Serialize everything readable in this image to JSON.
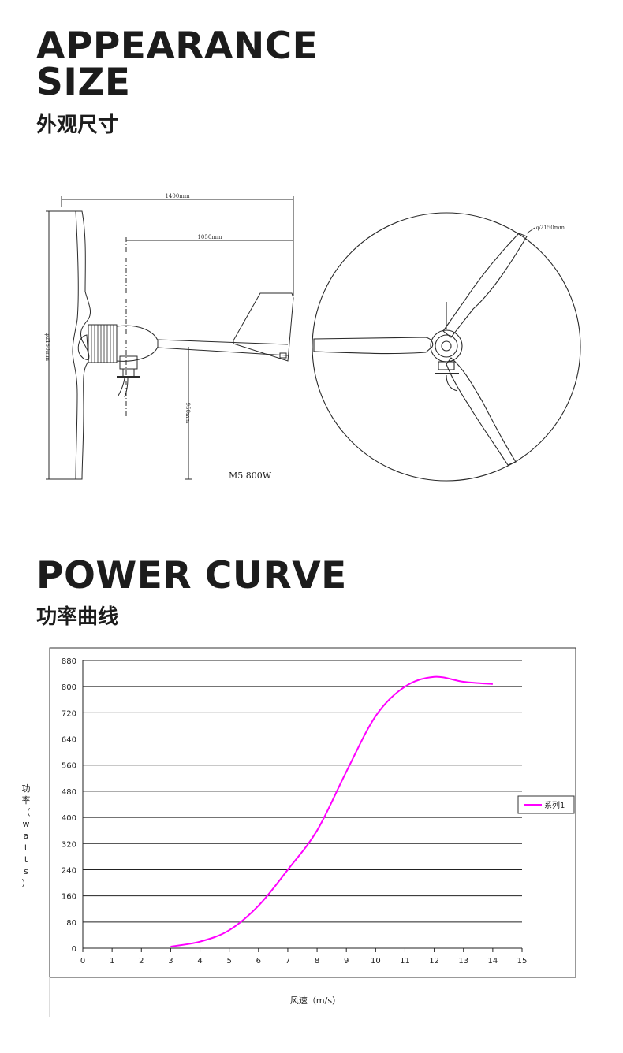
{
  "section1": {
    "title_line1": "APPEARANCE",
    "title_line2": "SIZE",
    "subtitle": "外观尺寸",
    "drawing": {
      "dim_total_length": "1400mm",
      "dim_tail_length": "1050mm",
      "dim_height": "950mm",
      "dim_diameter_side": "φ2150mm",
      "dim_diameter_front": "φ2150mm",
      "model_label": "M5  800W"
    }
  },
  "section2": {
    "title": "POWER CURVE",
    "subtitle": "功率曲线"
  },
  "colors": {
    "series": "#ff00ff",
    "grid": "#222222",
    "ink": "#1c1c1c"
  },
  "chart_data": {
    "type": "line",
    "title": "",
    "xlabel": "风速（m/s）",
    "ylabel": "功率（watts）",
    "xlim": [
      0,
      15
    ],
    "ylim": [
      0,
      880
    ],
    "x_ticks": [
      0,
      1,
      2,
      3,
      4,
      5,
      6,
      7,
      8,
      9,
      10,
      11,
      12,
      13,
      14,
      15
    ],
    "y_ticks": [
      0,
      80,
      160,
      240,
      320,
      400,
      480,
      560,
      640,
      720,
      800,
      880
    ],
    "grid": "horizontal",
    "legend": "right",
    "series": [
      {
        "name": "系列1",
        "x": [
          3,
          4,
          5,
          6,
          7,
          8,
          9,
          10,
          11,
          12,
          13,
          14
        ],
        "values": [
          5,
          20,
          55,
          130,
          240,
          360,
          540,
          710,
          800,
          830,
          815,
          808
        ]
      }
    ]
  }
}
